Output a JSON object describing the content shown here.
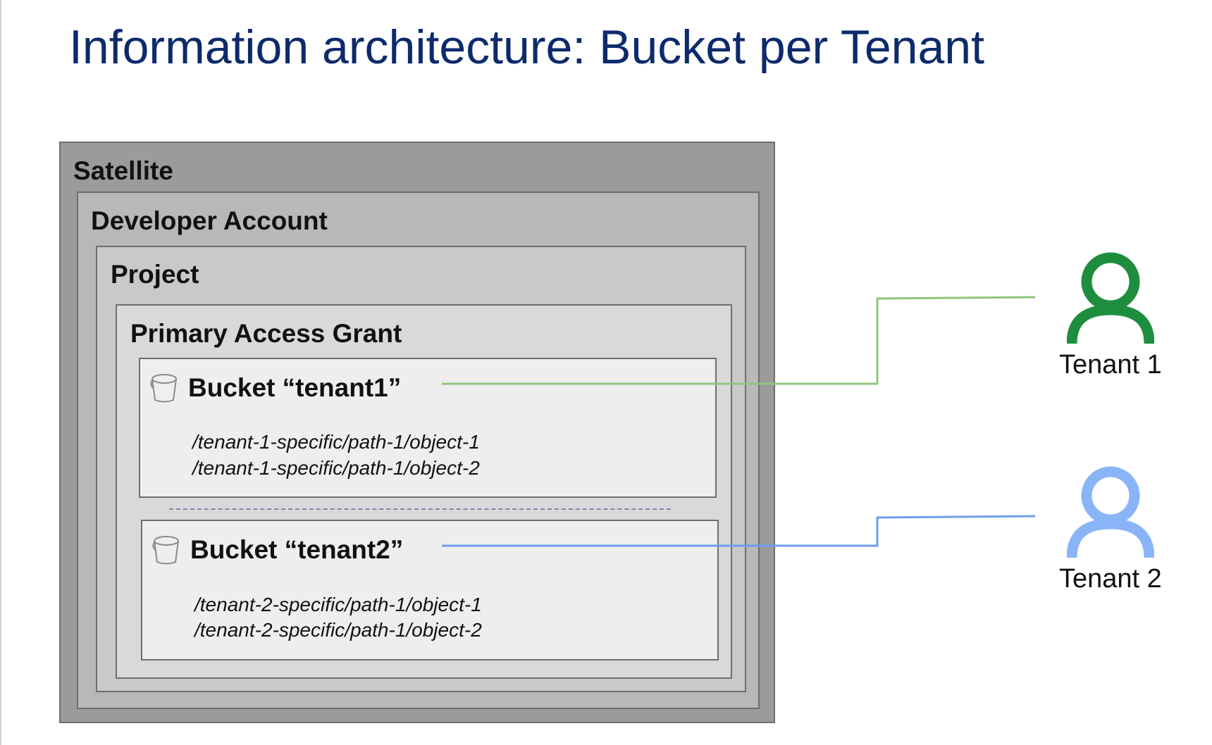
{
  "title": "Information architecture: Bucket per Tenant",
  "containers": {
    "satellite": "Satellite",
    "developer_account": "Developer Account",
    "project": "Project",
    "primary_access_grant": "Primary Access Grant"
  },
  "buckets": [
    {
      "label": "Bucket “tenant1”",
      "icon": "bucket-icon",
      "paths": [
        "/tenant-1-specific/path-1/object-1",
        "/tenant-1-specific/path-1/object-2"
      ]
    },
    {
      "label": "Bucket “tenant2”",
      "icon": "bucket-icon",
      "paths": [
        "/tenant-2-specific/path-1/object-1",
        "/tenant-2-specific/path-1/object-2"
      ]
    }
  ],
  "tenants": [
    {
      "label": "Tenant 1",
      "icon": "user-icon",
      "color": "#1e8e3e"
    },
    {
      "label": "Tenant 2",
      "icon": "user-icon",
      "color": "#8ab4f8"
    }
  ],
  "colors": {
    "title": "#0d2a6b",
    "connector_tenant1": "#93c47d",
    "connector_tenant2": "#6d9eeb"
  }
}
